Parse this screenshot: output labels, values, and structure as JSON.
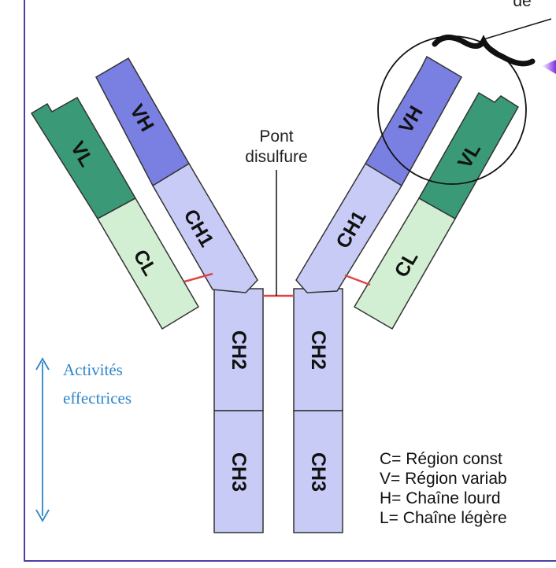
{
  "top_label": "de",
  "pont_label": [
    "Pont",
    "disulfure"
  ],
  "activites_label": [
    "Activités",
    "effectrices"
  ],
  "domains": {
    "left_vl": "VL",
    "left_cl": "CL",
    "left_vh": "VH",
    "left_ch1": "CH1",
    "left_ch2": "CH2",
    "left_ch3": "CH3",
    "right_vh": "VH",
    "right_ch1": "CH1",
    "right_vl": "VL",
    "right_cl": "CL",
    "right_ch2": "CH2",
    "right_ch3": "CH3"
  },
  "legend": [
    "C= Région const",
    "V= Région variab",
    "H= Chaîne lourd",
    "L= Chaîne légère"
  ],
  "colors": {
    "frame": "#4b3fa6",
    "vl_fill": "#3a9a77",
    "cl_fill": "#d2efd3",
    "vh_fill": "#7a7fe2",
    "ch_fill": "#c8cbf5",
    "outline": "#333333",
    "disulfide": "#e04545",
    "arrow_blue": "#2f86c7",
    "purple_arrow": "#7d2de0"
  }
}
